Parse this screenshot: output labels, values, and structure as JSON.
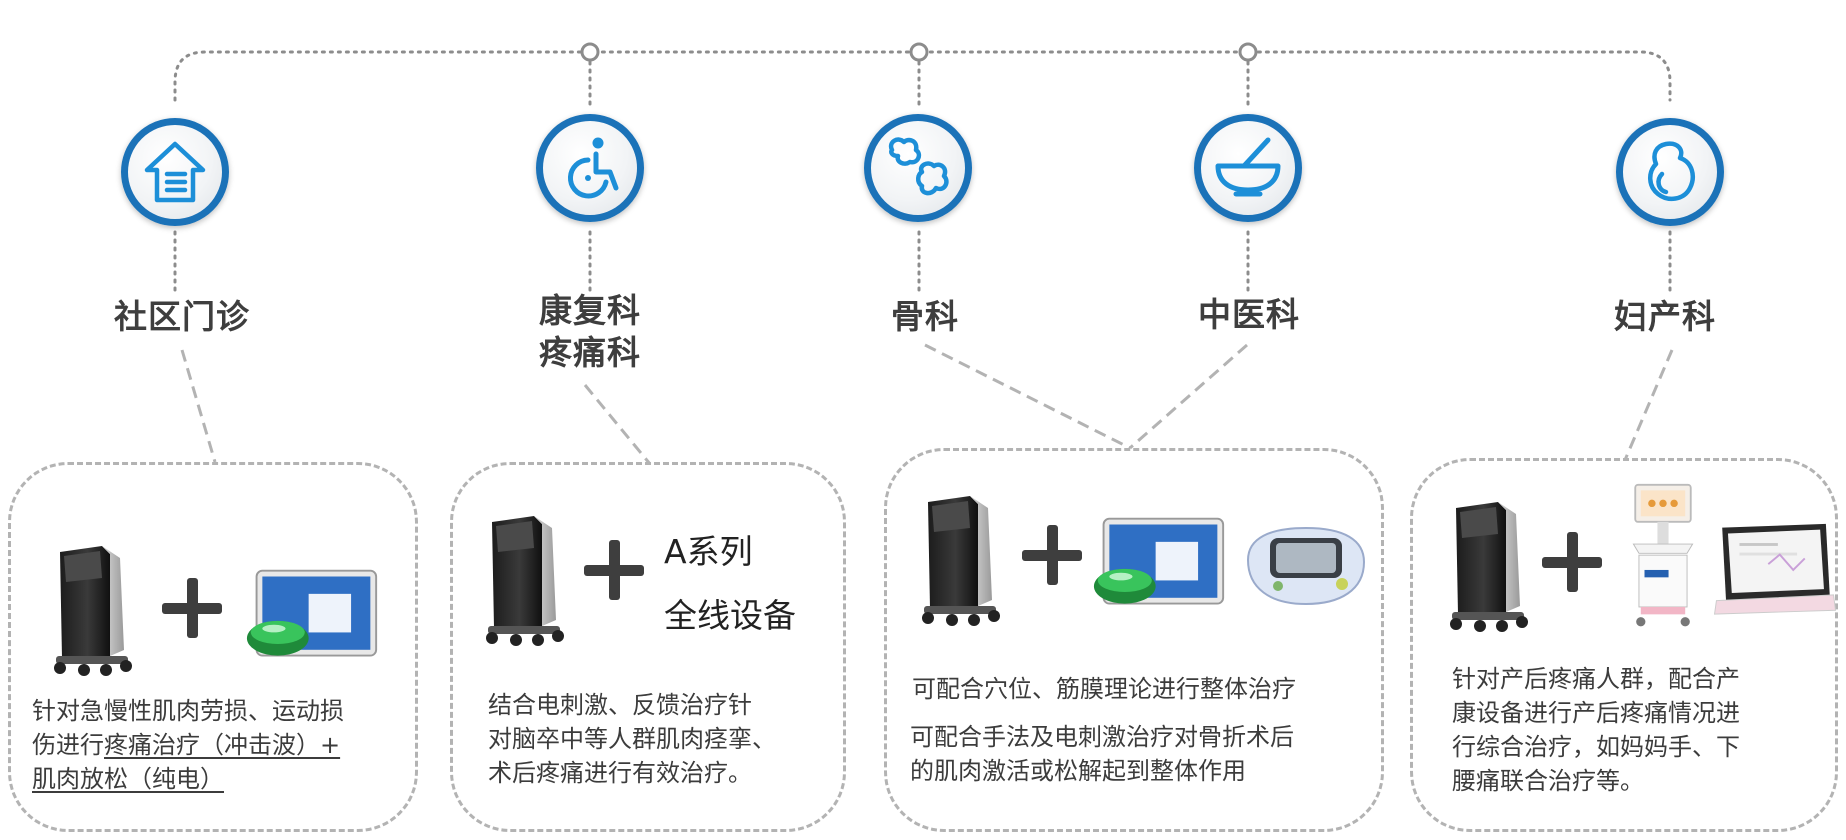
{
  "departments": [
    {
      "label": "社区门诊",
      "icon": "house-icon"
    },
    {
      "label_line1": "康复科",
      "label_line2": "疼痛科",
      "icon": "wheelchair-icon"
    },
    {
      "label": "骨科",
      "icon": "bone-joint-icon"
    },
    {
      "label": "中医科",
      "icon": "mortar-pestle-icon"
    },
    {
      "label": "妇产科",
      "icon": "uterus-icon"
    }
  ],
  "panels": {
    "community": {
      "description_lines": [
        "针对急慢性肌肉劳损、运动损",
        "伤进行",
        "疼痛治疗（冲击波）+",
        "肌肉放松（纯电）"
      ],
      "devices": [
        "shockwave-machine",
        "tablet-with-device"
      ]
    },
    "rehab": {
      "series_line1": "A系列",
      "series_line2": "全线设备",
      "description_lines": [
        "结合电刺激、反馈治疗针",
        "对脑卒中等人群肌肉痉挛、",
        "术后疼痛进行有效治疗。"
      ]
    },
    "ortho_tcm": {
      "description_line1": "可配合穴位、筋膜理论进行整体治疗",
      "description_lines": [
        "可配合手法及电刺激治疗对骨折术后",
        "的肌肉激活或松解起到整体作用"
      ]
    },
    "obgyn": {
      "description_lines": [
        "针对产后疼痛人群，配合产",
        "康设备进行产后疼痛情况进",
        "行综合治疗，如妈妈手、下",
        "腰痛联合治疗等。"
      ]
    }
  },
  "colors": {
    "ring": "#1b72b8",
    "icon_stroke": "#1d8fd8",
    "dotted_line": "#8c8c8c",
    "dashed": "#b3b3b3",
    "text": "#3c3c3c"
  }
}
